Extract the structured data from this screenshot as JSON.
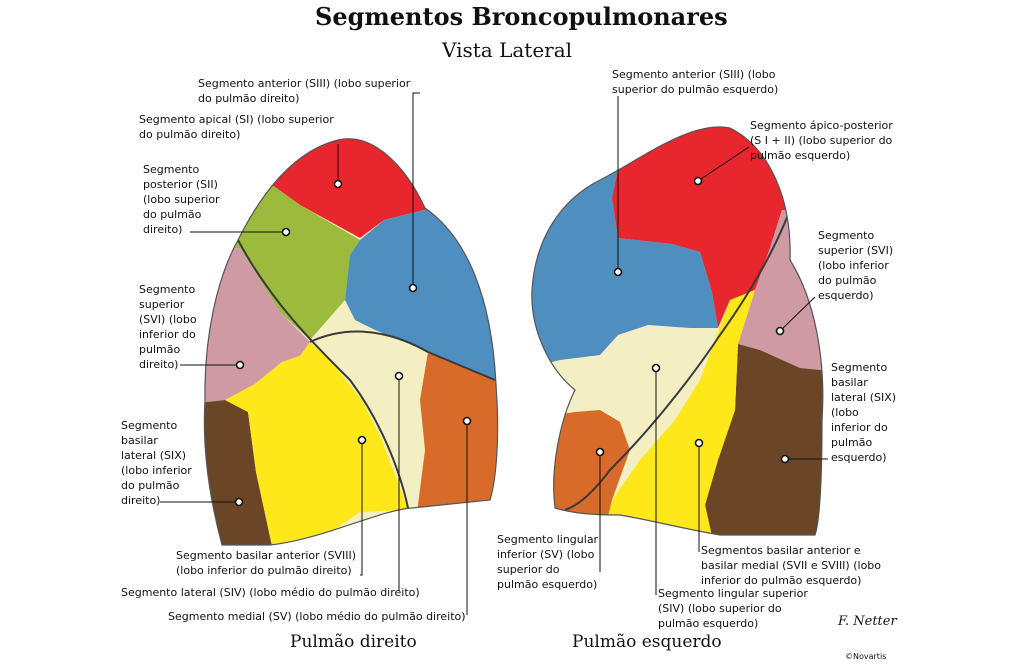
{
  "title": "Segmentos Broncopulmonares",
  "subtitle": "Vista Lateral",
  "right_lung": {
    "caption": "Pulmão direito",
    "labels": {
      "anterior": "Segmento anterior (SIII) (lobo superior\ndo pulmão direito)",
      "apical": "Segmento apical (SI) (lobo superior\ndo pulmão direito)",
      "posterior": "Segmento\nposterior (SII)\n(lobo superior\ndo pulmão\ndireito)",
      "superior": "Segmento\nsuperior\n(SVI) (lobo\ninferior do\npulmão\ndireito)",
      "basilar_lateral": "Segmento\nbasilar\nlateral (SIX)\n(lobo inferior\ndo pulmão\ndireito)",
      "basilar_anterior": "Segmento basilar anterior (SVIII)\n(lobo inferior do pulmão direito)",
      "lateral": "Segmento lateral (SIV) (lobo médio do pulmão direito)",
      "medial": "Segmento medial (SV) (lobo médio do pulmão direito)"
    }
  },
  "left_lung": {
    "caption": "Pulmão esquerdo",
    "labels": {
      "anterior": "Segmento anterior (SIII) (lobo\nsuperior do pulmão esquerdo)",
      "apicoposterior": "Segmento ápico-posterior\n(S I + II) (lobo superior do\npulmão esquerdo)",
      "superior": "Segmento\nsuperior (SVI)\n(lobo inferior\ndo pulmão\nesquerdo)",
      "basilar_lateral": "Segmento\nbasilar\nlateral (SIX)\n(lobo\ninferior do\npulmão\nesquerdo)",
      "lingular_inferior": "Segmento lingular\ninferior (SV) (lobo\nsuperior do\npulmão esquerdo)",
      "basilar_anteromedial": "Segmentos basilar anterior e\nbasilar medial (SVII e SVIII) (lobo\ninferior do pulmão esquerdo)",
      "lingular_superior": "Segmento lingular superior\n(SIV) (lobo superior do\npulmão esquerdo)"
    }
  },
  "signature": "F. Netter",
  "copyright": "©Novartis",
  "colors": {
    "red": "#e8262e",
    "blue": "#4f8fbf",
    "green": "#9cbb3c",
    "pink": "#cf9aa3",
    "yellow": "#ffe81a",
    "cream": "#f3efc2",
    "orange": "#d86a2a",
    "brown": "#6b4626"
  }
}
